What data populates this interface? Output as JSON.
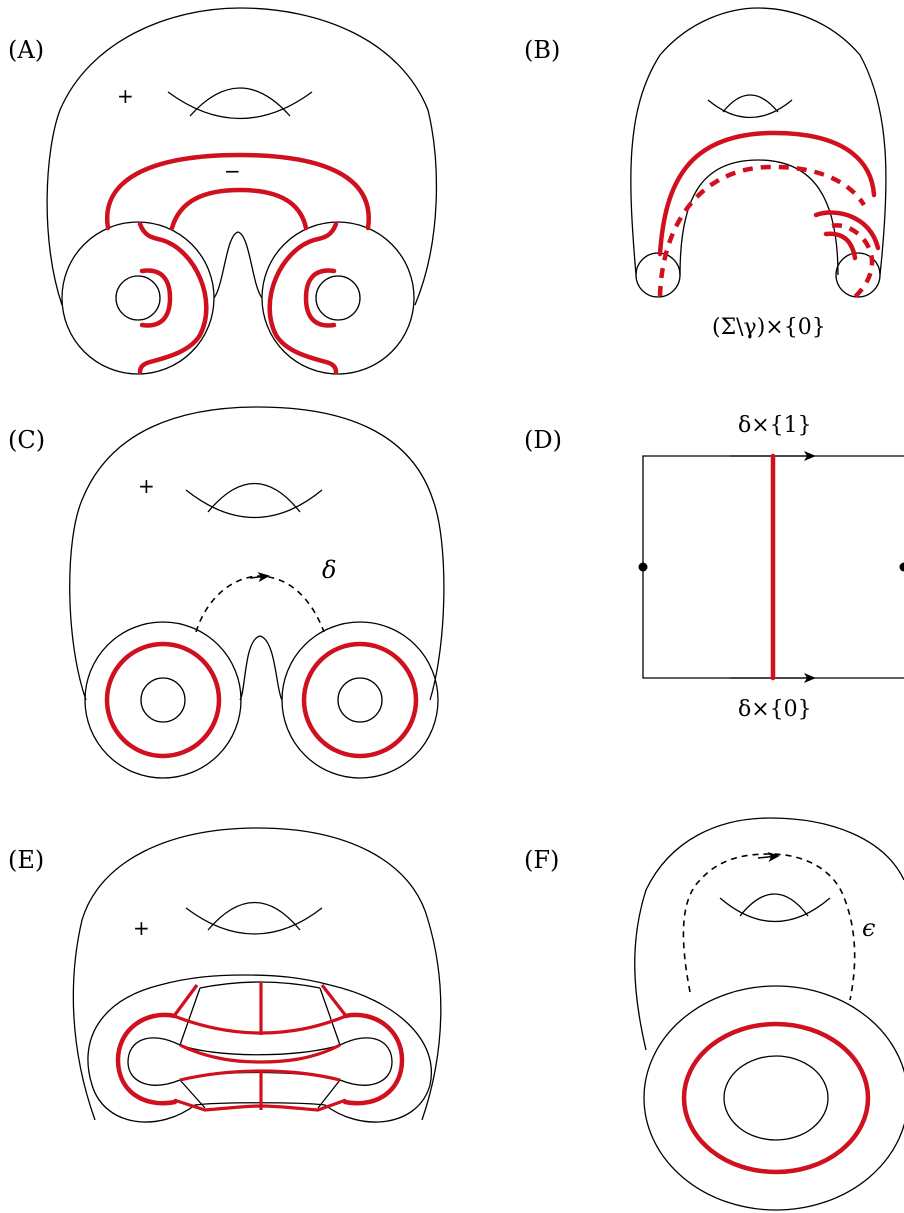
{
  "panels": {
    "A": {
      "label": "(A)",
      "plus": "+",
      "minus": "−"
    },
    "B": {
      "label": "(B)",
      "caption": "(Σ\\γ)×{0}"
    },
    "C": {
      "label": "(C)",
      "plus": "+",
      "curve_label": "δ"
    },
    "D": {
      "label": "(D)",
      "top_label": "δ×{1}",
      "bottom_label": "δ×{0}"
    },
    "E": {
      "label": "(E)",
      "plus": "+"
    },
    "F": {
      "label": "(F)",
      "curve_label": "ϵ"
    }
  },
  "colors": {
    "curve": "#d0101e",
    "outline": "#000000"
  }
}
